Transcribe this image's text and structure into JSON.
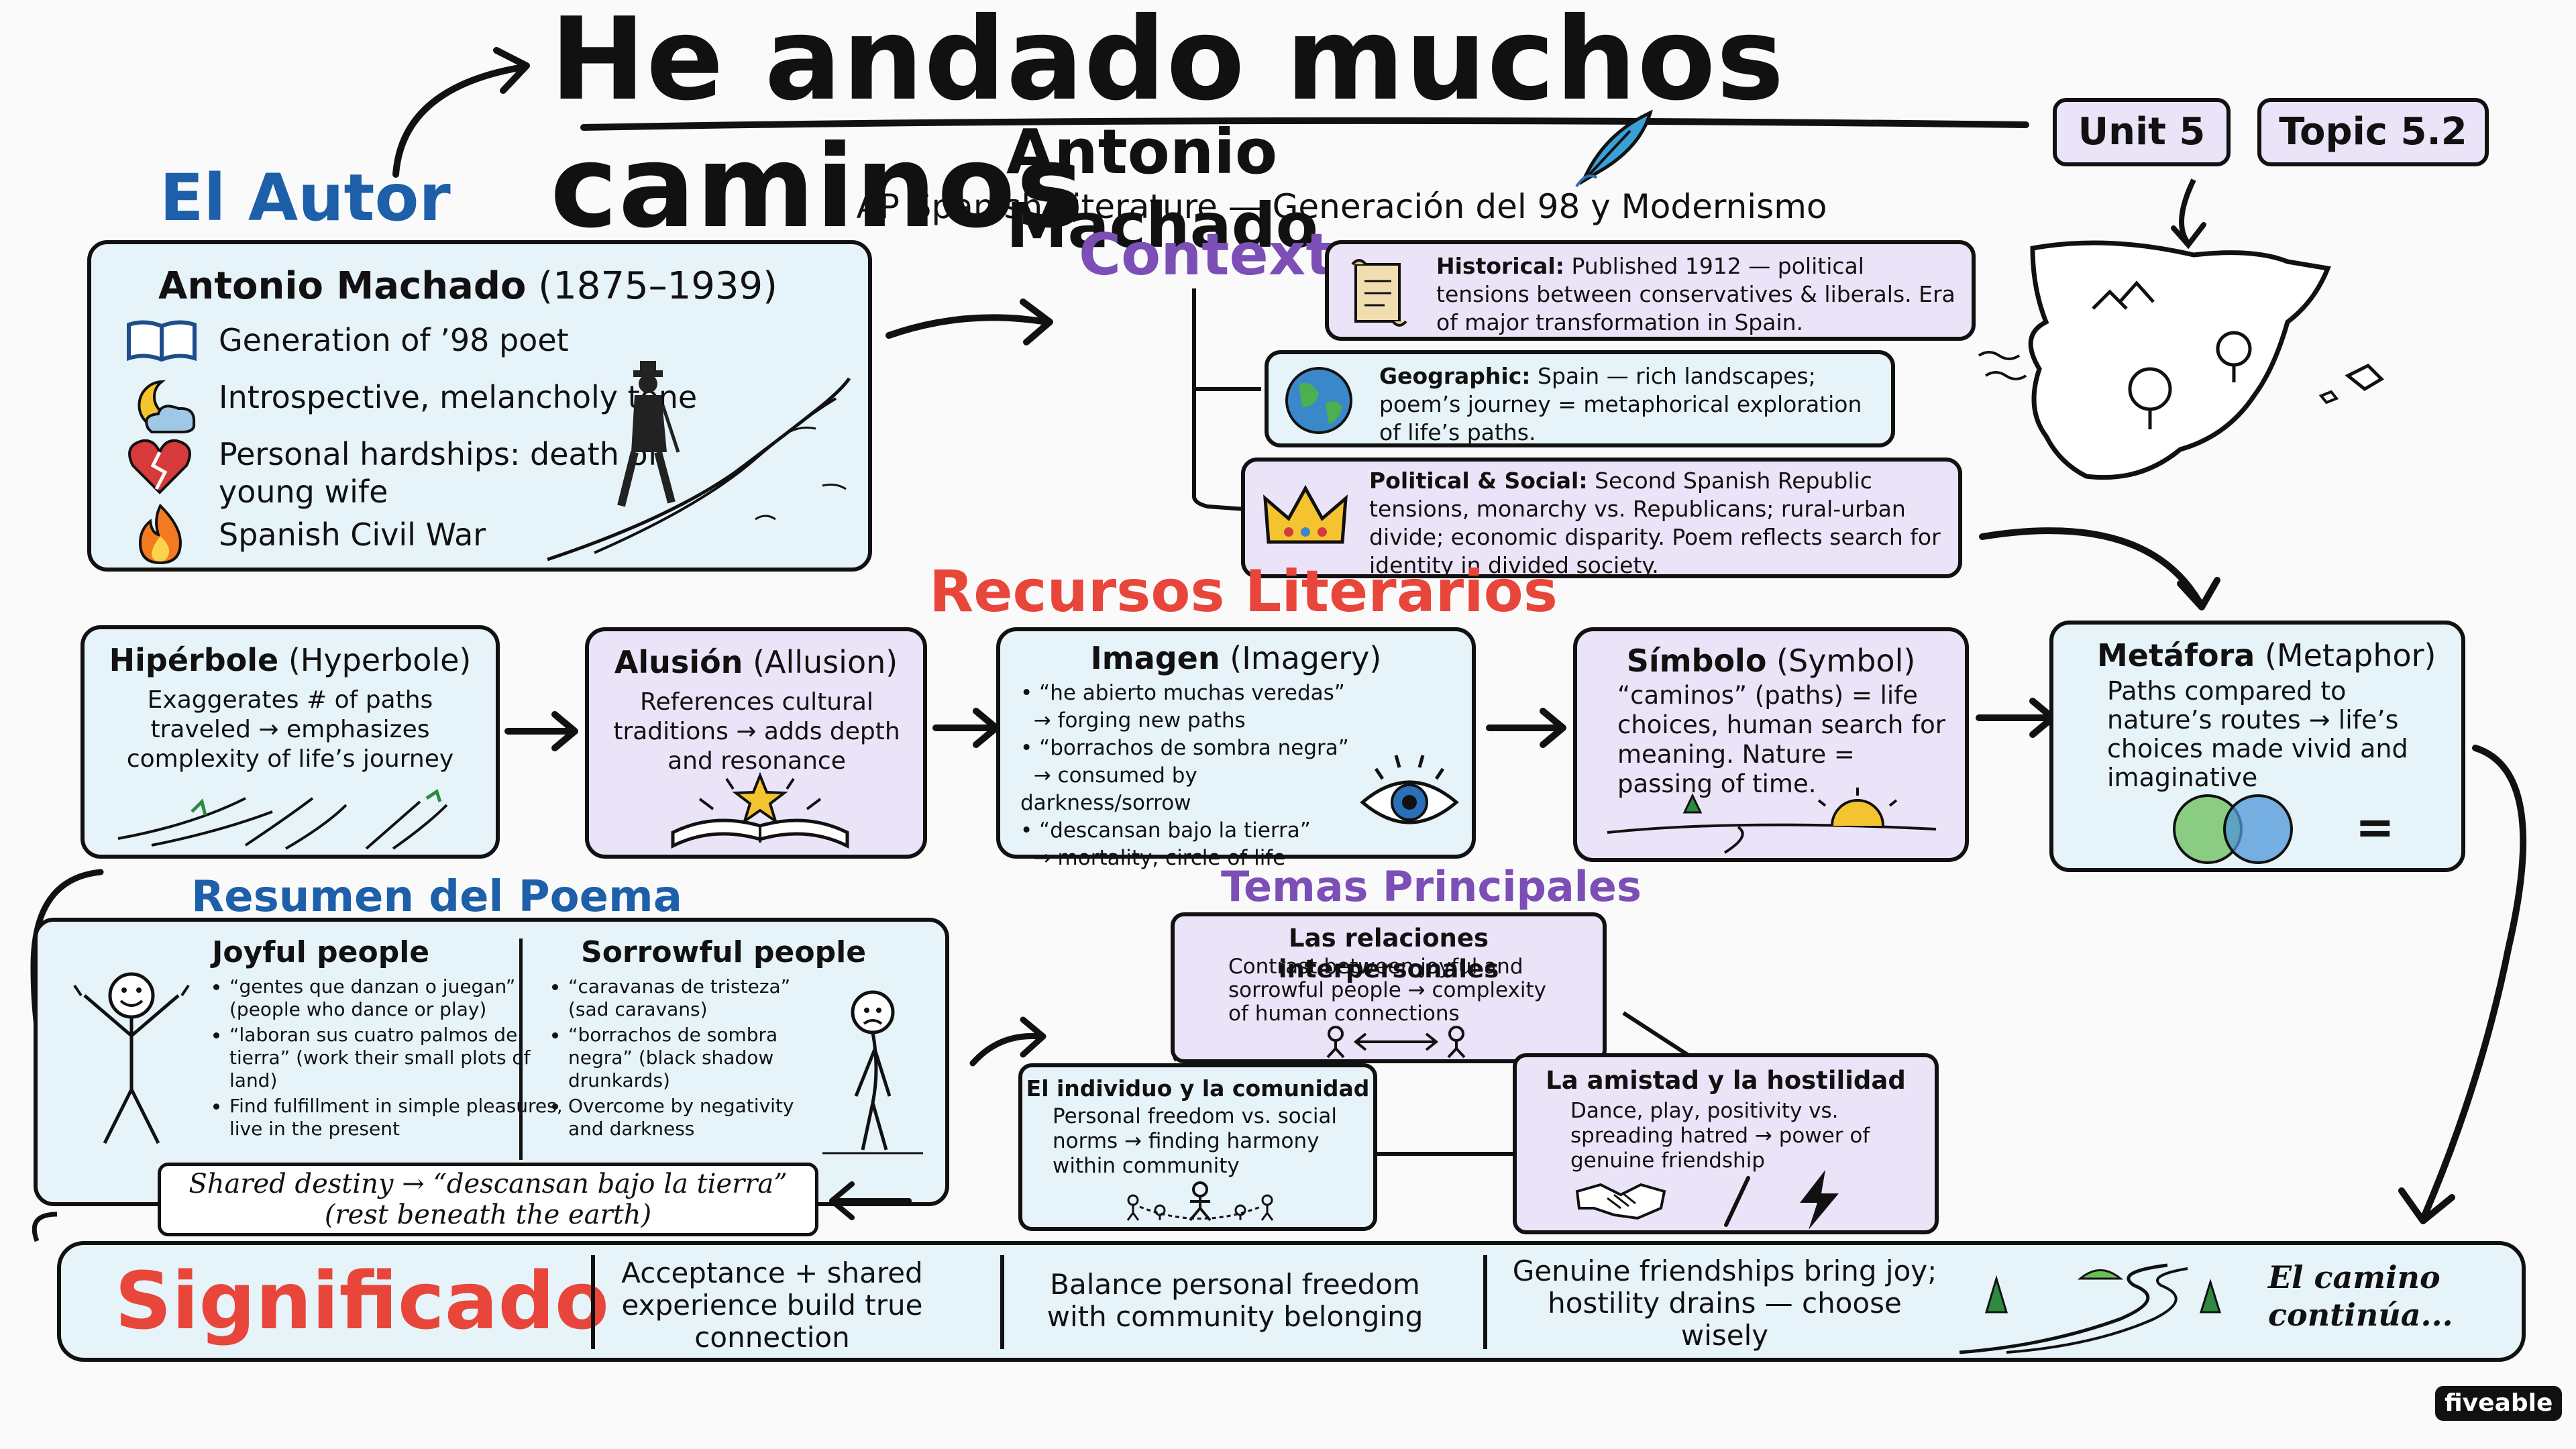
{
  "header": {
    "title": "He andado muchos caminos",
    "author": "Antonio Machado",
    "subtitle": "AP Spanish Literature — Generación del 98 y Modernismo",
    "unit": "Unit 5",
    "topic": "Topic 5.2"
  },
  "autor": {
    "heading": "El Autor",
    "name": "Antonio Machado",
    "years": "(1875–1939)",
    "items": [
      {
        "icon": "book-icon",
        "text": "Generation of ’98 poet"
      },
      {
        "icon": "moon-cloud-icon",
        "text": "Introspective, melancholy tone"
      },
      {
        "icon": "broken-heart-icon",
        "text": "Personal hardships: death of young wife"
      },
      {
        "icon": "fire-icon",
        "text": "Spanish Civil War"
      }
    ]
  },
  "contexto": {
    "heading": "Contexto",
    "items": [
      {
        "icon": "scroll-icon",
        "label": "Historical:",
        "text": "Published 1912 — political tensions between conservatives & liberals. Era of major transformation in Spain."
      },
      {
        "icon": "globe-icon",
        "label": "Geographic:",
        "text": "Spain — rich landscapes; poem’s journey = metaphorical exploration of life’s paths."
      },
      {
        "icon": "crown-icon",
        "label": "Political & Social:",
        "text": "Second Spanish Republic tensions, monarchy vs. Republicans; rural-urban divide; economic disparity. Poem reflects search for identity in divided society."
      }
    ]
  },
  "recursos": {
    "heading": "Recursos Literarios",
    "hiperbole": {
      "title": "Hipérbole",
      "en": "(Hyperbole)",
      "text": "Exaggerates # of paths traveled → emphasizes complexity of life’s journey"
    },
    "alusion": {
      "title": "Alusión",
      "en": "(Allusion)",
      "text": "References cultural traditions → adds depth and resonance"
    },
    "imagen": {
      "title": "Imagen",
      "en": "(Imagery)",
      "items": [
        {
          "quote": "“he abierto muchas veredas”",
          "gloss": "→ forging new paths"
        },
        {
          "quote": "“borrachos de sombra negra”",
          "gloss": "→ consumed by darkness/sorrow"
        },
        {
          "quote": "“descansan bajo la tierra”",
          "gloss": "→ mortality, circle of life"
        }
      ]
    },
    "simbolo": {
      "title": "Símbolo",
      "en": "(Symbol)",
      "text": "“caminos” (paths) = life choices, human search for meaning. Nature = passing of time."
    },
    "metafora": {
      "title": "Metáfora",
      "en": "(Metaphor)",
      "text": "Paths compared to nature’s routes → life’s choices made vivid and imaginative",
      "symbol": "="
    }
  },
  "resumen": {
    "heading": "Resumen del Poema",
    "joyful": {
      "title": "Joyful people",
      "items": [
        "“gentes que danzan o juegan” (people who dance or play)",
        "“laboran sus cuatro palmos de tierra” (work their small plots of land)",
        "Find fulfillment in simple pleasures, live in the present"
      ]
    },
    "sorrowful": {
      "title": "Sorrowful people",
      "items": [
        "“caravanas de tristeza” (sad caravans)",
        "“borrachos de sombra negra” (black shadow drunkards)",
        "Overcome by negativity and darkness"
      ]
    },
    "destiny_line1": "Shared destiny → “descansan bajo la tierra”",
    "destiny_line2": "(rest beneath the earth)"
  },
  "temas": {
    "heading": "Temas Principales",
    "relaciones": {
      "title": "Las relaciones interpersonales",
      "text": "Contrast between joyful and sorrowful people → complexity of human connections"
    },
    "individuo": {
      "title": "El individuo y la comunidad",
      "text": "Personal freedom vs. social norms → finding harmony within community"
    },
    "amistad": {
      "title": "La amistad y la hostilidad",
      "text": "Dance, play, positivity vs. spreading hatred → power of genuine friendship"
    }
  },
  "significado": {
    "heading": "Significado",
    "col1": "Acceptance + shared experience build true connection",
    "col2": "Balance personal freedom with community belonging",
    "col3": "Genuine friendships bring joy; hostility drains — choose wisely",
    "closing": "El camino continúa..."
  },
  "brand": "fiveable",
  "colors": {
    "blue_heading": "#1d5fa8",
    "purple_heading": "#7b4fb5",
    "red_heading": "#e8463a",
    "blue_box": "#e6f3f8",
    "purple_box": "#ebe3f7"
  }
}
